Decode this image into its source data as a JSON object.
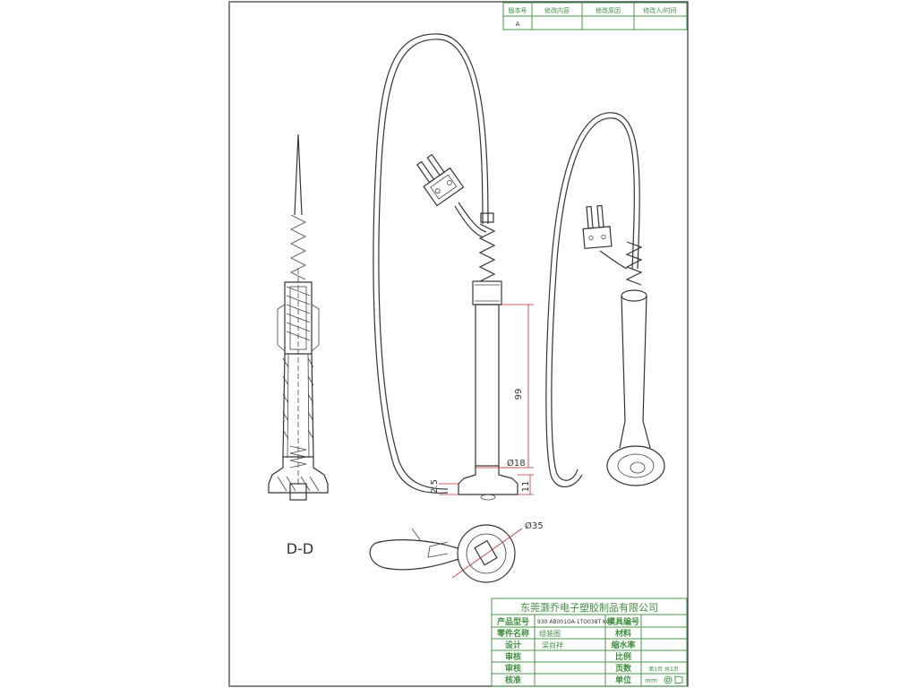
{
  "revision_table": {
    "headers": [
      "版本号",
      "修改内容",
      "修改原因",
      "修改人/时间"
    ],
    "rows": [
      [
        "A",
        "",
        "",
        ""
      ]
    ]
  },
  "section_label": "D-D",
  "dimensions": {
    "length": "99",
    "diameter_body": "Ø18",
    "diameter_base": "Ø35",
    "base_height": "11",
    "flange": "2.5"
  },
  "title_block": {
    "company": "东莞灏乔电子塑胶制品有限公司",
    "rows": [
      {
        "label": "产品型号",
        "value": "930 AB001OA-1TO038T K01",
        "label2": "模具编号",
        "value2": ""
      },
      {
        "label": "零件名称",
        "value": "组装图",
        "label2": "材料",
        "value2": ""
      },
      {
        "label": "设计",
        "value": "梁尚祥",
        "label2": "缩水率",
        "value2": ""
      },
      {
        "label": "审核",
        "value": "",
        "label2": "比例",
        "value2": ""
      },
      {
        "label": "审核",
        "value": "",
        "label2": "页数",
        "value2": "第1页 共1页"
      },
      {
        "label": "核准",
        "value": "",
        "label2": "单位",
        "value2": "mm"
      }
    ]
  }
}
